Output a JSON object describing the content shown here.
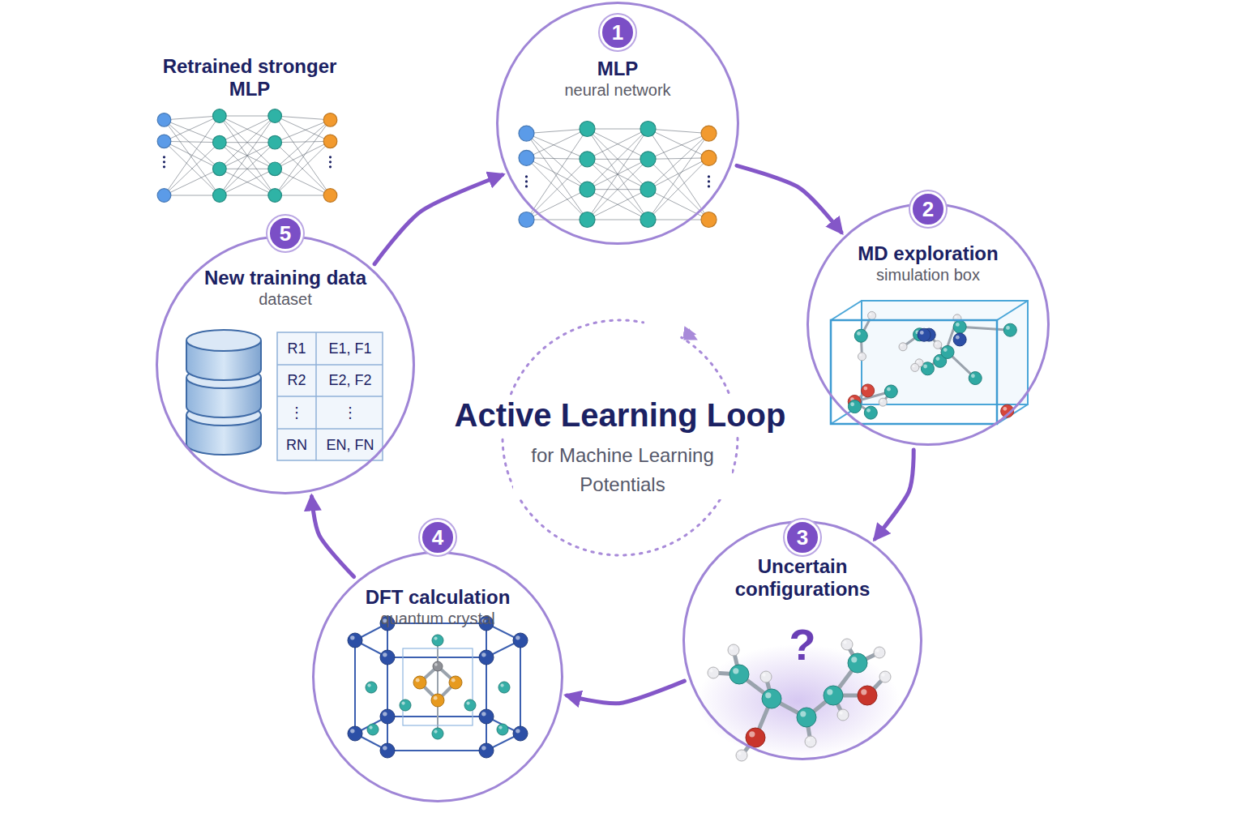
{
  "diagram": {
    "title": "Active Learning Loop",
    "caption": "for Machine Learning Potentials",
    "nodes": [
      {
        "text": [
          "MLP",
          "neural network"
        ]
      },
      {
        "text": [
          "MD exploration",
          "simulation box"
        ]
      },
      {
        "text": [
          "Uncertain configurations"
        ]
      },
      {
        "text": [
          "DFT calculation",
          "quantum crystal"
        ]
      },
      {
        "text": [
          "New training data",
          "dataset"
        ]
      }
    ],
    "edges": [
      {
        "from": 0,
        "to": 1,
        "arrow": "to"
      },
      {
        "from": 1,
        "to": 2,
        "arrow": "to"
      },
      {
        "from": 2,
        "to": 3,
        "arrow": "to"
      },
      {
        "from": 3,
        "to": 4,
        "arrow": "to"
      },
      {
        "from": 4,
        "to": 0,
        "arrow": "to"
      }
    ],
    "labels": [
      "1",
      "2",
      "3",
      "4",
      "5",
      "?",
      "Retrained stronger MLP",
      "R1",
      "E1, F1",
      "R2",
      "E2, F2",
      "⋮",
      "⋮",
      "RN",
      "EN, FN"
    ]
  }
}
